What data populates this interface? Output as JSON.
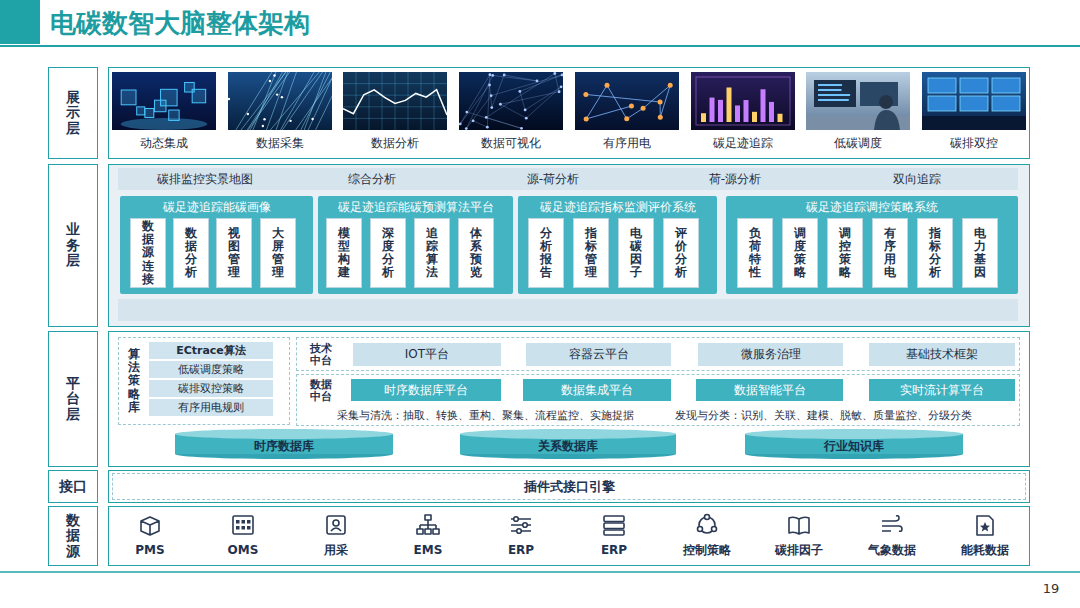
{
  "diagram": {
    "title": "电碳数智大脑整体架构",
    "nodes": [
      {
        "text": [
          "展示层"
        ]
      },
      {
        "text": [
          "动态集成"
        ],
        "in": 0
      },
      {
        "text": [
          "数据采集"
        ],
        "in": 0
      },
      {
        "text": [
          "数据分析"
        ],
        "in": 0
      },
      {
        "text": [
          "数据可视化"
        ],
        "in": 0
      },
      {
        "text": [
          "有序用电"
        ],
        "in": 0
      },
      {
        "text": [
          "碳足迹追踪"
        ],
        "in": 0
      },
      {
        "text": [
          "低碳调度"
        ],
        "in": 0
      },
      {
        "text": [
          "碳排双控"
        ],
        "in": 0
      },
      {
        "text": [
          "业务层"
        ]
      },
      {
        "text": [
          "碳排监控实景地图",
          "综合分析",
          "源-荷分析",
          "荷-源分析",
          "双向追踪"
        ],
        "in": 9
      },
      {
        "text": [
          "碳足迹追踪能碳画像"
        ],
        "in": 9
      },
      {
        "text": [
          "数据源连接"
        ],
        "in": 11
      },
      {
        "text": [
          "数据分析"
        ],
        "in": 11
      },
      {
        "text": [
          "视图管理"
        ],
        "in": 11
      },
      {
        "text": [
          "大屏管理"
        ],
        "in": 11
      },
      {
        "text": [
          "碳足迹追踪能碳预测算法平台"
        ],
        "in": 9
      },
      {
        "text": [
          "模型构建"
        ],
        "in": 16
      },
      {
        "text": [
          "深度分析"
        ],
        "in": 16
      },
      {
        "text": [
          "追踪算法"
        ],
        "in": 16
      },
      {
        "text": [
          "体系预览"
        ],
        "in": 16
      },
      {
        "text": [
          "碳足迹追踪指标监测评价系统"
        ],
        "in": 9
      },
      {
        "text": [
          "分析报告"
        ],
        "in": 21
      },
      {
        "text": [
          "指标管理"
        ],
        "in": 21
      },
      {
        "text": [
          "电碳因子"
        ],
        "in": 21
      },
      {
        "text": [
          "评价分析"
        ],
        "in": 21
      },
      {
        "text": [
          "碳足迹追踪调控策略系统"
        ],
        "in": 9
      },
      {
        "text": [
          "负荷特性"
        ],
        "in": 26
      },
      {
        "text": [
          "调度策略"
        ],
        "in": 26
      },
      {
        "text": [
          "调控策略"
        ],
        "in": 26
      },
      {
        "text": [
          "有序用电"
        ],
        "in": 26
      },
      {
        "text": [
          "指标分析"
        ],
        "in": 26
      },
      {
        "text": [
          "电力基因"
        ],
        "in": 26
      },
      {
        "text": [
          "平台层"
        ]
      },
      {
        "text": [
          "算法策略库"
        ],
        "in": 33
      },
      {
        "text": [
          "ECtrace算法"
        ],
        "in": 34
      },
      {
        "text": [
          "低碳调度策略"
        ],
        "in": 34
      },
      {
        "text": [
          "碳排双控策略"
        ],
        "in": 34
      },
      {
        "text": [
          "有序用电规则"
        ],
        "in": 34
      },
      {
        "text": [
          "技术中台"
        ],
        "in": 33
      },
      {
        "text": [
          "IOT平台"
        ],
        "in": 39
      },
      {
        "text": [
          "容器云平台"
        ],
        "in": 39
      },
      {
        "text": [
          "微服务治理"
        ],
        "in": 39
      },
      {
        "text": [
          "基础技术框架"
        ],
        "in": 39
      },
      {
        "text": [
          "数据中台",
          "采集与清洗：抽取、转换、重构、聚集、流程监控、实施捉据",
          "发现与分类：识别、关联、建模、脱敏、质量监控、分级分类"
        ],
        "in": 33
      },
      {
        "text": [
          "时序数据库平台"
        ],
        "in": 44
      },
      {
        "text": [
          "数据集成平台"
        ],
        "in": 44
      },
      {
        "text": [
          "数据智能平台"
        ],
        "in": 44
      },
      {
        "text": [
          "实时流计算平台"
        ],
        "in": 44
      },
      {
        "text": [
          "时序数据库"
        ],
        "in": 33
      },
      {
        "text": [
          "关系数据库"
        ],
        "in": 33
      },
      {
        "text": [
          "行业知识库"
        ],
        "in": 33
      },
      {
        "text": [
          "接口"
        ]
      },
      {
        "text": [
          "插件式接口引擎"
        ],
        "in": 52
      },
      {
        "text": [
          "数据源"
        ]
      },
      {
        "text": [
          "PMS"
        ],
        "in": 54
      },
      {
        "text": [
          "OMS"
        ],
        "in": 54
      },
      {
        "text": [
          "用采"
        ],
        "in": 54
      },
      {
        "text": [
          "EMS"
        ],
        "in": 54
      },
      {
        "text": [
          "ERP"
        ],
        "in": 54
      },
      {
        "text": [
          "ERP"
        ],
        "in": 54
      },
      {
        "text": [
          "控制策略"
        ],
        "in": 54
      },
      {
        "text": [
          "碳排因子"
        ],
        "in": 54
      },
      {
        "text": [
          "气象数据"
        ],
        "in": 54
      },
      {
        "text": [
          "能耗数据"
        ],
        "in": 54
      }
    ],
    "labels": [
      "19"
    ]
  }
}
